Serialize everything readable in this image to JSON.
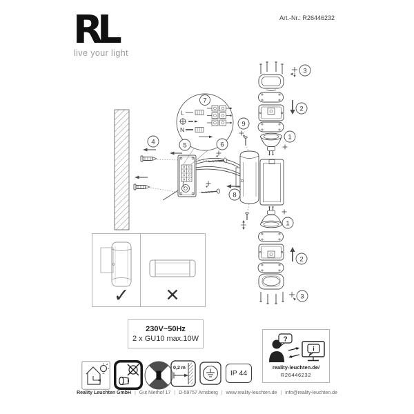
{
  "header": {
    "logo": "RL",
    "tagline": "live your light",
    "art_nr": "Art.-Nr.: R26446232"
  },
  "diagram": {
    "steps": [
      "1",
      "2",
      "3",
      "4",
      "5",
      "6",
      "7",
      "8",
      "9"
    ],
    "wiring": {
      "live": "L",
      "neutral": "N"
    },
    "orientation": {
      "correct": "✓",
      "wrong": "✕"
    }
  },
  "specs": {
    "voltage": "230V~50Hz",
    "lamp": "2 x GU10 max.10W"
  },
  "badges": {
    "wall_distance": "0,2 m",
    "ip_rating": "IP 44"
  },
  "help": {
    "question": "?",
    "info": "i",
    "website": "reality-leuchten.de/",
    "article": "R26446232"
  },
  "footer": {
    "company": "Reality Leuchten GmbH",
    "sep": "|",
    "address": "Gut Nierhof 17",
    "city": "D-59757 Arnsberg",
    "website": "www.reality-leuchten.de",
    "email": "info@reality-leuchten.de"
  },
  "colors": {
    "ink": "#1a1a1a",
    "line": "#4a4a4a",
    "muted": "#9a9a9a",
    "border": "#b5b5b5"
  }
}
